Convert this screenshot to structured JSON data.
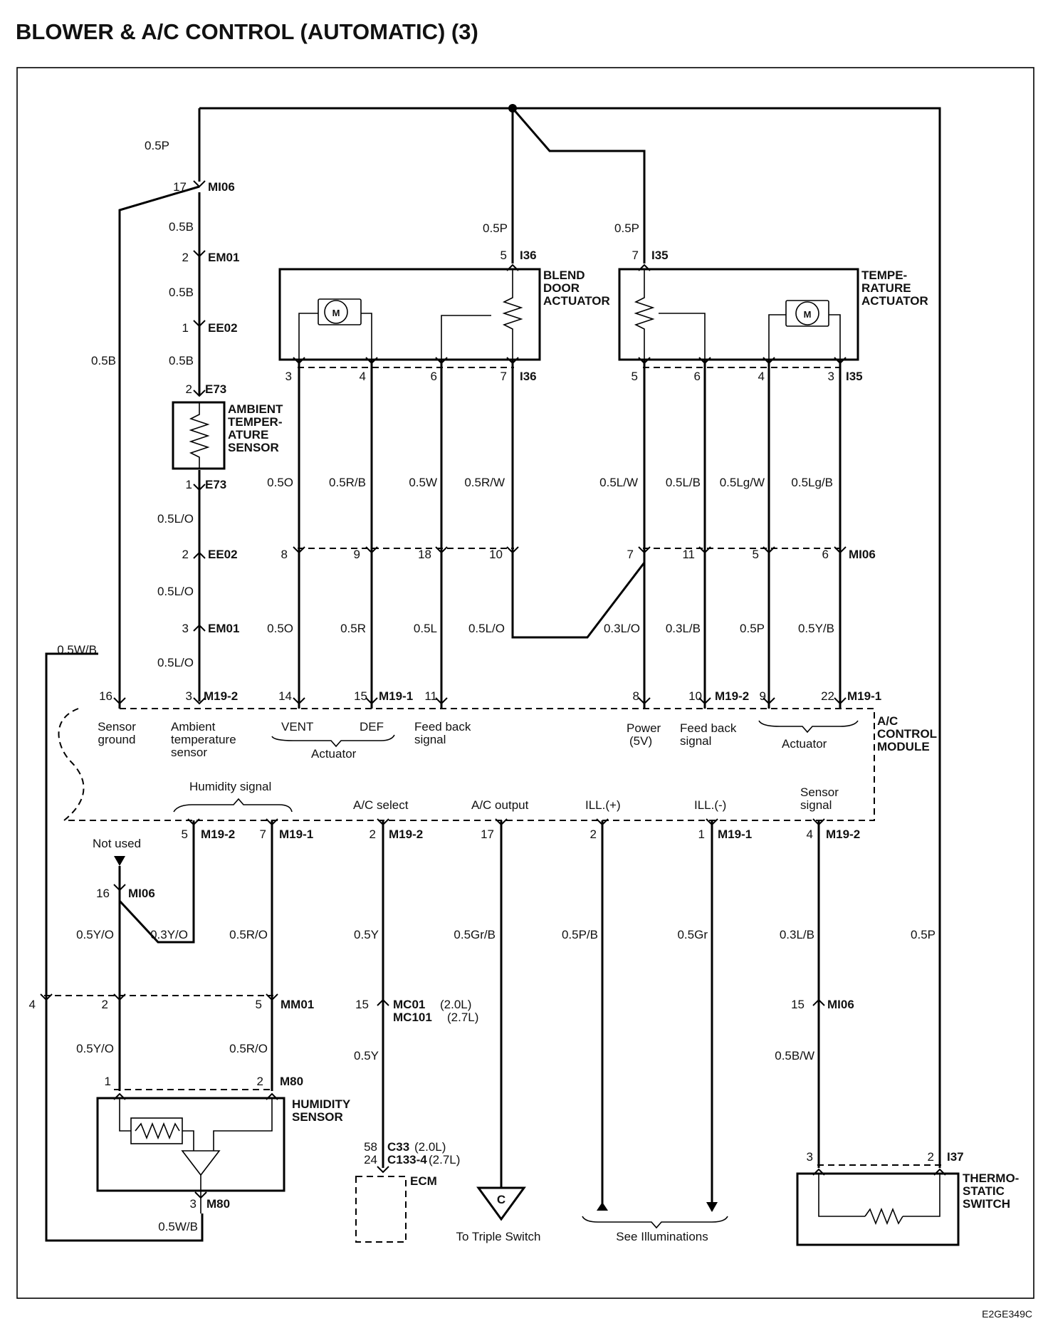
{
  "title": "BLOWER & A/C CONTROL (AUTOMATIC) (3)",
  "footer_code": "E2GE349C",
  "components": {
    "blend": {
      "l1": "BLEND",
      "l2": "DOOR",
      "l3": "ACTUATOR"
    },
    "temp": {
      "l1": "TEMPE-",
      "l2": "RATURE",
      "l3": "ACTUATOR"
    },
    "ambient": {
      "l1": "AMBIENT",
      "l2": "TEMPER-",
      "l3": "ATURE",
      "l4": "SENSOR"
    },
    "acmod": {
      "l1": "A/C",
      "l2": "CONTROL",
      "l3": "MODULE"
    },
    "humidity": {
      "l1": "HUMIDITY",
      "l2": "SENSOR"
    },
    "thermo": {
      "l1": "THERMO-",
      "l2": "STATIC",
      "l3": "SWITCH"
    },
    "ecm": "ECM",
    "motor_symbol": "M"
  },
  "connectors": {
    "MI06": "MI06",
    "EM01": "EM01",
    "EE02": "EE02",
    "E73": "E73",
    "I36": "I36",
    "I35": "I35",
    "M19_1": "M19-1",
    "M19_2": "M19-2",
    "MM01": "MM01",
    "M80": "M80",
    "I37": "I37",
    "MC01": "MC01",
    "MC01_v": "(2.0L)",
    "MC101": "MC101",
    "MC101_v": "(2.7L)",
    "C33": "C33",
    "C33_v": "(2.0L)",
    "C133": "C133-4",
    "C133_v": "(2.7L)"
  },
  "pins": {
    "p17": "17",
    "p2": "2",
    "p1": "1",
    "p5": "5",
    "p7": "7",
    "p3": "3",
    "p4": "4",
    "p6": "6",
    "p8": "8",
    "p9": "9",
    "p18": "18",
    "p10": "10",
    "p11": "11",
    "p16": "16",
    "p14": "14",
    "p15": "15",
    "p22": "22",
    "p58": "58",
    "p24": "24"
  },
  "wires": {
    "w_05P": "0.5P",
    "w_05B": "0.5B",
    "w_05LO": "0.5L/O",
    "w_05O": "0.5O",
    "w_05RB": "0.5R/B",
    "w_05W": "0.5W",
    "w_05RW": "0.5R/W",
    "w_05LW": "0.5L/W",
    "w_05LB": "0.5L/B",
    "w_05LgW": "0.5Lg/W",
    "w_05LgB": "0.5Lg/B",
    "w_05R": "0.5R",
    "w_05L": "0.5L",
    "w_03LO": "0.3L/O",
    "w_03LB": "0.3L/B",
    "w_05YB": "0.5Y/B",
    "w_05WB": "0.5W/B",
    "w_05YO": "0.5Y/O",
    "w_03YO": "0.3Y/O",
    "w_05RO": "0.5R/O",
    "w_05Y": "0.5Y",
    "w_05GrB": "0.5Gr/B",
    "w_05PB": "0.5P/B",
    "w_05Gr": "0.5Gr",
    "w_03LB2": "0.3L/B",
    "w_05BW": "0.5B/W"
  },
  "module_labels": {
    "sensor": "Sensor",
    "ground": "ground",
    "ambient": "Ambient",
    "temperature": "temperature",
    "sensor2": "sensor",
    "vent": "VENT",
    "def": "DEF",
    "actuator": "Actuator",
    "feedback": "Feed back",
    "signal": "signal",
    "power": "Power",
    "power5v": "(5V)",
    "feedback2": "Feed back",
    "signal2": "signal",
    "actuator2": "Actuator",
    "humidity_signal": "Humidity signal",
    "ac_select": "A/C select",
    "ac_output": "A/C output",
    "ill_plus": "ILL.(+)",
    "ill_minus": "ILL.(-)",
    "sensor_signal1": "Sensor",
    "sensor_signal2": "signal"
  },
  "annotations": {
    "not_used": "Not used",
    "to_triple": "To Triple Switch",
    "see_illum": "See Illuminations",
    "ground_letter": "C"
  }
}
